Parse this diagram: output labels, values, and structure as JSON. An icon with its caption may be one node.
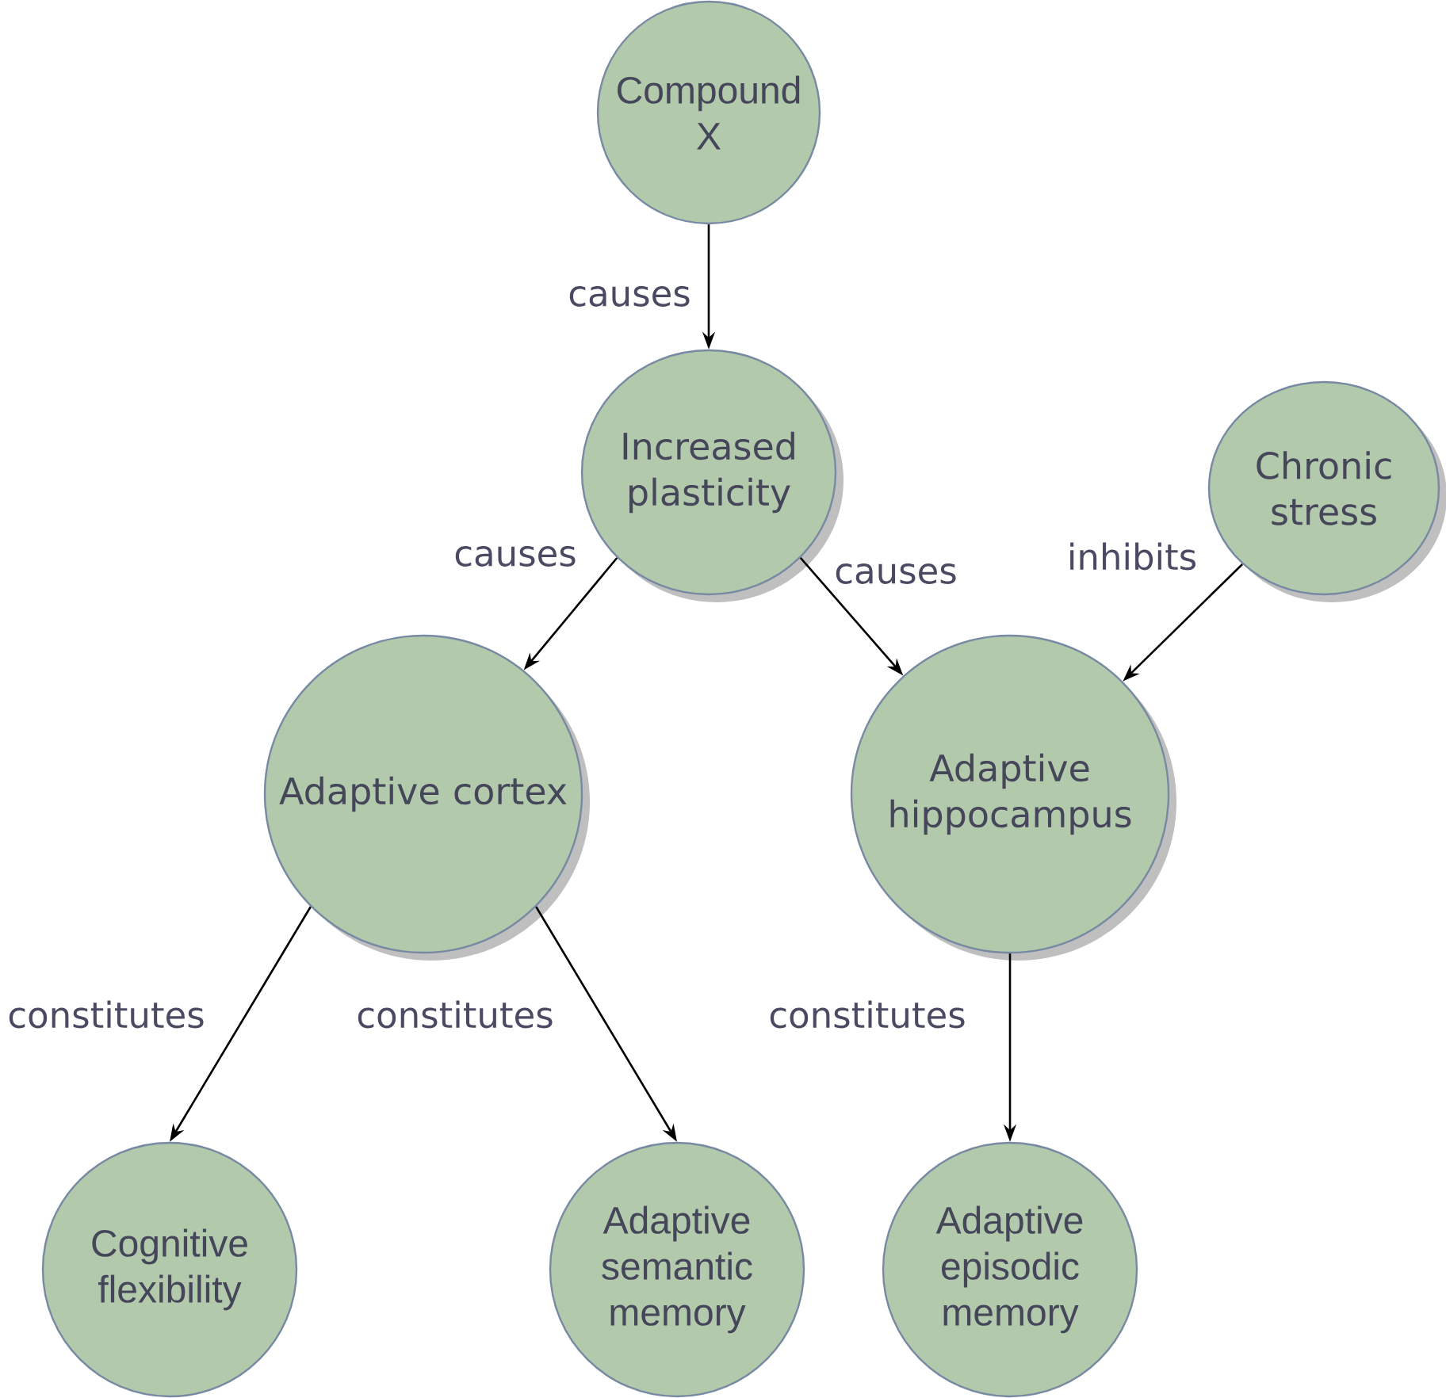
{
  "diagram": {
    "nodes": [
      {
        "text": [
          "Compound X"
        ]
      },
      {
        "text": [
          "Increased plasticity"
        ]
      },
      {
        "text": [
          "Chronic stress"
        ]
      },
      {
        "text": [
          "Adaptive cortex"
        ]
      },
      {
        "text": [
          "Adaptive hippocampus"
        ]
      },
      {
        "text": [
          "Cognitive flexibility"
        ]
      },
      {
        "text": [
          "Adaptive semantic memory"
        ]
      },
      {
        "text": [
          "Adaptive episodic memory"
        ]
      }
    ],
    "edges": [
      {
        "from": 0,
        "to": 1,
        "arrow": "to",
        "label": "causes"
      },
      {
        "from": 1,
        "to": 3,
        "arrow": "to",
        "label": "causes"
      },
      {
        "from": 1,
        "to": 4,
        "arrow": "to",
        "label": "causes"
      },
      {
        "from": 2,
        "to": 4,
        "arrow": "to",
        "label": "inhibits"
      },
      {
        "from": 3,
        "to": 5,
        "arrow": "to",
        "label": "constitutes"
      },
      {
        "from": 3,
        "to": 6,
        "arrow": "to",
        "label": "constitutes"
      },
      {
        "from": 4,
        "to": 7,
        "arrow": "to",
        "label": "constitutes"
      }
    ]
  }
}
